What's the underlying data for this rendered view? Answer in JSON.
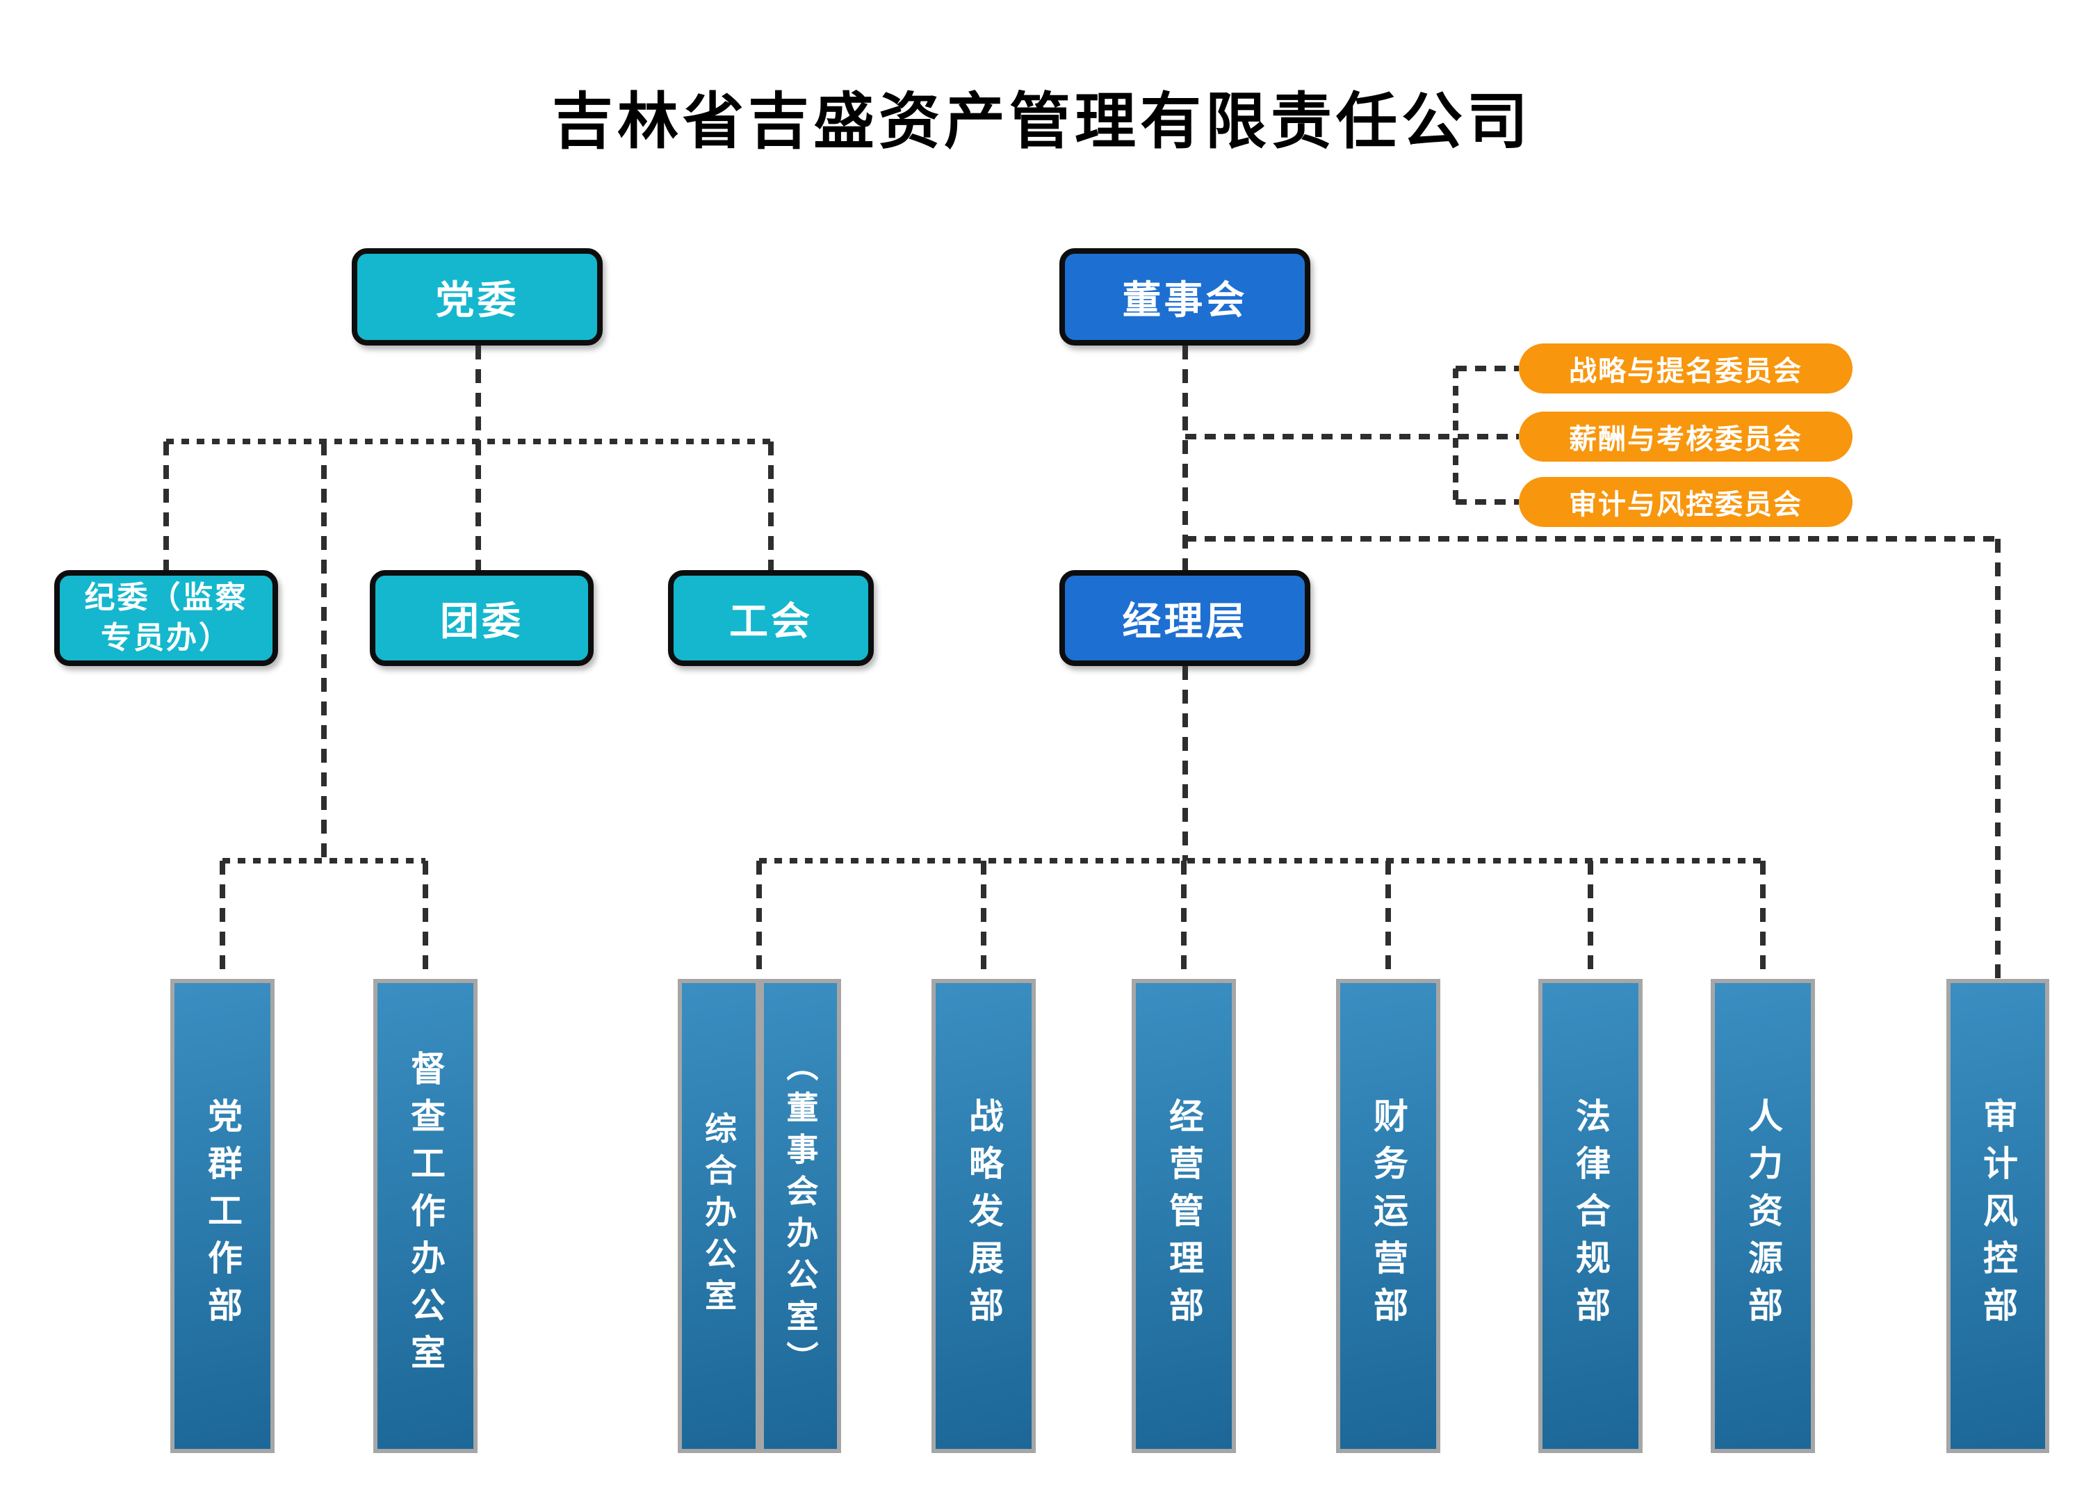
{
  "title": "吉林省吉盛资产管理有限责任公司",
  "nodes": {
    "party_committee": {
      "label": "党委"
    },
    "discipline_committee": {
      "label": "纪委（监察专员办）"
    },
    "youth_league": {
      "label": "团委"
    },
    "labor_union": {
      "label": "工会"
    },
    "board": {
      "label": "董事会"
    },
    "management": {
      "label": "经理层"
    }
  },
  "board_committees": [
    {
      "label": "战略与提名委员会",
      "reports_to": "董事会"
    },
    {
      "label": "薪酬与考核委员会",
      "reports_to": "董事会"
    },
    {
      "label": "审计与风控委员会",
      "reports_to": "董事会"
    }
  ],
  "departments": [
    {
      "label": "党群工作部",
      "reports_to": "党委"
    },
    {
      "label": "督查工作办公室",
      "reports_to": "党委"
    },
    {
      "label": "综合办公室",
      "reports_to": "经理层"
    },
    {
      "label": "（董事会办公室）",
      "reports_to": "经理层"
    },
    {
      "label": "战略发展部",
      "reports_to": "经理层"
    },
    {
      "label": "经营管理部",
      "reports_to": "经理层"
    },
    {
      "label": "财务运营部",
      "reports_to": "经理层"
    },
    {
      "label": "法律合规部",
      "reports_to": "经理层"
    },
    {
      "label": "人力资源部",
      "reports_to": "经理层"
    },
    {
      "label": "审计风控部",
      "reports_to": "董事会"
    }
  ],
  "colors": {
    "cyan": "#14b7cd",
    "blue": "#1d6fd2",
    "orange": "#f8960d",
    "line": "#2e2e2e",
    "box_border": "#0d0d0d",
    "bar_top": "#3a8ec1",
    "bar_bottom": "#1c6797",
    "bar_border": "#a6a6a6",
    "text_white": "#ffffff",
    "title_color": "#000000"
  }
}
